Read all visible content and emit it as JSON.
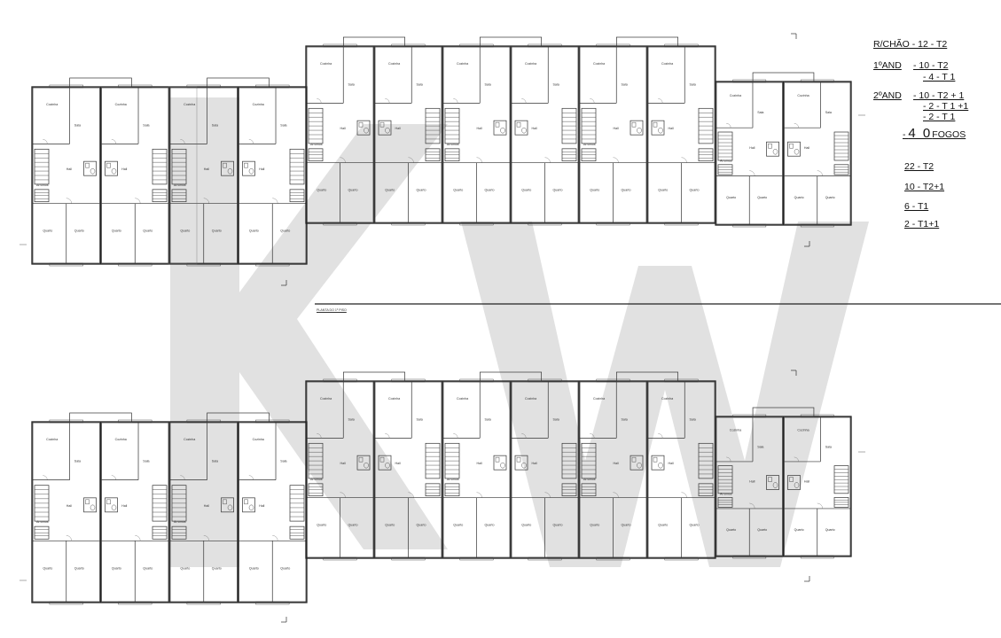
{
  "schedule": {
    "r_chao": "R/CHÃO - 12 - T2",
    "floor1_label": "1ºAND",
    "floor1_lines": [
      "- 10 - T2",
      "- 4 - T 1"
    ],
    "floor2_label": "2ºAND",
    "floor2_lines": [
      "- 10 - T2 + 1",
      "- 2 - T 1 +1",
      "- 2 - T 1"
    ],
    "total_dash": "- ",
    "total_number": "4 0",
    "total_unit": "FOGOS",
    "summary": [
      "22 - T2",
      "10 - T2+1",
      "6 - T1",
      "2 - T1+1"
    ]
  },
  "plan_title": "PLANTA DO 1º PISO",
  "room_labels": {
    "kitchen": "Cozinha",
    "living": "Sala",
    "bedroom": "Quarto",
    "hall": "Hall",
    "storage": "Arrumos"
  },
  "colors": {
    "lines": "#222222",
    "watermark": "#bdbdbd"
  }
}
